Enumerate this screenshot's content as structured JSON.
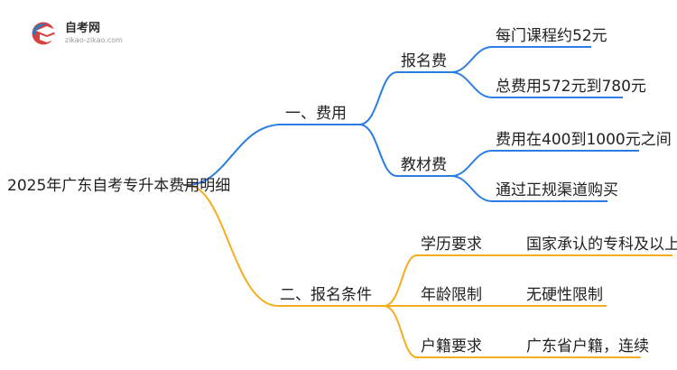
{
  "brand": {
    "name": "自考网",
    "url": "zikao-zikao.com",
    "logo_colors": [
      "#d94040",
      "#2d7ab5",
      "#b9b9b9"
    ]
  },
  "mindmap": {
    "root": "2025年广东自考专升本费用明细",
    "colors": {
      "branch_fee": "#2a7de1",
      "branch_conditions": "#f5ad1d",
      "root_node": "#555555",
      "text": "#222222"
    },
    "branches": [
      {
        "label": "一、费用",
        "children": [
          {
            "label": "报名费",
            "children": [
              {
                "label": "每门课程约52元"
              },
              {
                "label": "总费用572元到780元"
              }
            ]
          },
          {
            "label": "教材费",
            "children": [
              {
                "label": "费用在400到1000元之间"
              },
              {
                "label": "通过正规渠道购买"
              }
            ]
          }
        ]
      },
      {
        "label": "二、报名条件",
        "children": [
          {
            "label": "学历要求",
            "children": [
              {
                "label": "国家承认的专科及以上学历"
              }
            ]
          },
          {
            "label": "年龄限制",
            "children": [
              {
                "label": "无硬性限制"
              }
            ]
          },
          {
            "label": "户籍要求",
            "children": [
              {
                "label": "广东省户籍，连续"
              }
            ]
          }
        ]
      }
    ]
  }
}
